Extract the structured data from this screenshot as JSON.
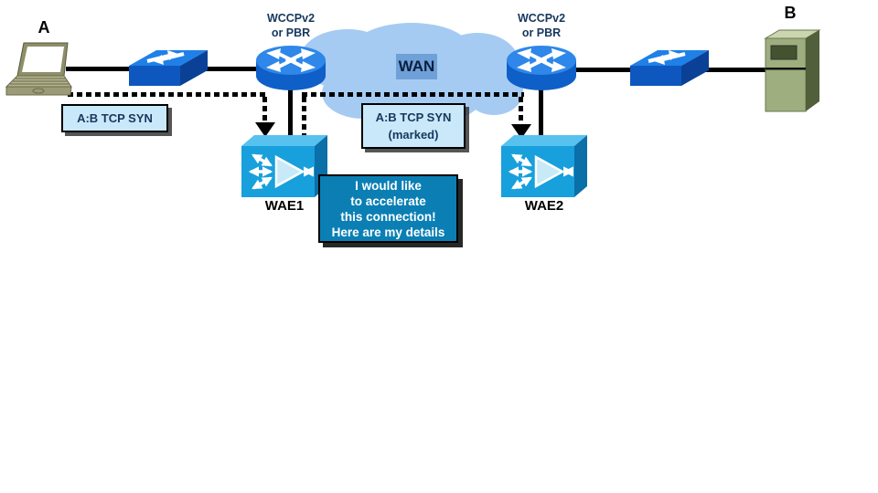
{
  "nodes": {
    "host_a": {
      "label": "A"
    },
    "host_b": {
      "label": "B"
    },
    "router1": {
      "caption_line1": "WCCPv2",
      "caption_line2": "or PBR"
    },
    "router2": {
      "caption_line1": "WCCPv2",
      "caption_line2": "or PBR"
    },
    "wan": {
      "label": "WAN"
    },
    "wae1": {
      "label": "WAE1"
    },
    "wae2": {
      "label": "WAE2"
    }
  },
  "messages": {
    "tcp_syn": {
      "label": "A:B TCP SYN"
    },
    "tcp_syn_marked": {
      "line1": "A:B TCP SYN",
      "line2": "(marked)"
    },
    "wae1_callout": {
      "line1": "I would like",
      "line2": "to accelerate",
      "line3": "this connection!",
      "line4": "Here are my details"
    }
  },
  "icons": {
    "laptop": "laptop-icon",
    "switch": "switch-icon",
    "router": "router-icon",
    "cloud": "wan-cloud",
    "wae": "wae-appliance-icon",
    "server": "server-icon",
    "down_arrow": "arrow-down-icon"
  },
  "colors": {
    "cisco_blue": "#1F80E8",
    "switch_front_blue": "#0E57BE",
    "router_top_blue": "#2E87E9",
    "router_body_blue": "#0F5FC8",
    "wae_front_blue": "#17A0DC",
    "wae_top_blue": "#57C2EF",
    "wae_side_blue": "#0B6FA8",
    "cloud_blue": "#A6CBF2",
    "wan_tag_blue": "#6FA0D8",
    "message_box_blue": "#C9E9FA",
    "callout_teal": "#0B7FB4",
    "caption_navy": "#17375E",
    "link_black": "#000000",
    "host_olive": "#B3B28D",
    "server_green": "#9EAE7E"
  }
}
